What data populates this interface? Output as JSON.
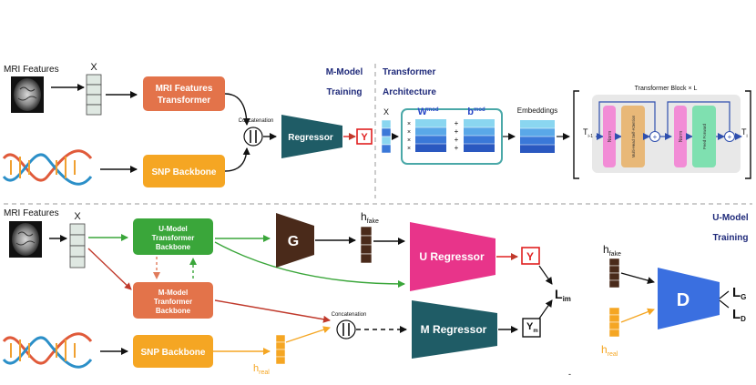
{
  "colors": {
    "orange_box": "#e3734a",
    "snp_box": "#f5a623",
    "green_box": "#3aa63a",
    "teal_regressor": "#1f5c66",
    "pink_regressor": "#e8348a",
    "navy_text": "#1f2a7a",
    "brown_generator": "#4a2a1a",
    "blue_discriminator": "#3a6fe0",
    "red_arrow": "#c0392b",
    "orange_arrow": "#f5a623",
    "green_arrow": "#3aa63a",
    "blue_arrow": "#2f4fae",
    "light_blue_cell": "#8ad6f0",
    "dark_blue_cell": "#3a78d8",
    "norm_pink": "#f28cd6",
    "attention_tan": "#e8b878",
    "feedforward_green": "#7fe0b0"
  },
  "icons": {
    "mri": "mri-brain-slice-icon",
    "dna": "dna-double-helix-icon",
    "concat": "concatenation-symbol-icon"
  },
  "top": {
    "mri_label": "MRI Features",
    "x_label": "X",
    "mri_transformer": [
      "MRI Features",
      "Transformer"
    ],
    "snp_backbone": "SNP Backbone",
    "concat_label": "Concatenation",
    "regressor": "Regressor",
    "y_label": "Y",
    "m_model_title": [
      "M-Model",
      "Training"
    ]
  },
  "transformer": {
    "title": [
      "Transformer",
      "Architecture"
    ],
    "x_label": "X",
    "w_main": "W",
    "w_sup": "mod",
    "b_main": "b",
    "b_sup": "mod",
    "times": "×",
    "plus": "+",
    "embeddings": "Embeddings",
    "block_title": "Transformer Block × L",
    "norm1": "Norm",
    "mhsa": "Multi-Head Self-Attention",
    "plus_circle": "+",
    "norm2": "Norm",
    "ffn": "Feed Forward",
    "t_in_main": "T",
    "t_in_sub": "i-1",
    "t_out_main": "T",
    "t_out_sub": "i"
  },
  "bottom": {
    "mri_label": "MRI Features",
    "x_label": "X",
    "u_backbone": [
      "U-Model",
      "Transformer",
      "Backbone"
    ],
    "m_backbone": [
      "M-Model",
      "Tranformer",
      "Backbone"
    ],
    "snp_backbone": "SNP Backbone",
    "generator": "G",
    "h_fake_main": "h",
    "h_fake_sub": "fake",
    "u_regressor": "U Regressor",
    "y_label": "Y",
    "l_main": "L",
    "l_sub": "im",
    "concat_label": "Concatenation",
    "m_regressor": "M Regressor",
    "ym_main": "Y",
    "ym_sub": "m",
    "h_real_main": "h",
    "h_real_sub": "real",
    "u_model_title": [
      "U-Model",
      "Training"
    ],
    "disc_h_fake_main": "h",
    "disc_h_fake_sub": "fake",
    "disc_h_real_main": "h",
    "disc_h_real_sub": "real",
    "discriminator": "D",
    "lg_main": "L",
    "lg_sub": "G",
    "ld_main": "L",
    "ld_sub": "D",
    "dash_mark": "-"
  }
}
